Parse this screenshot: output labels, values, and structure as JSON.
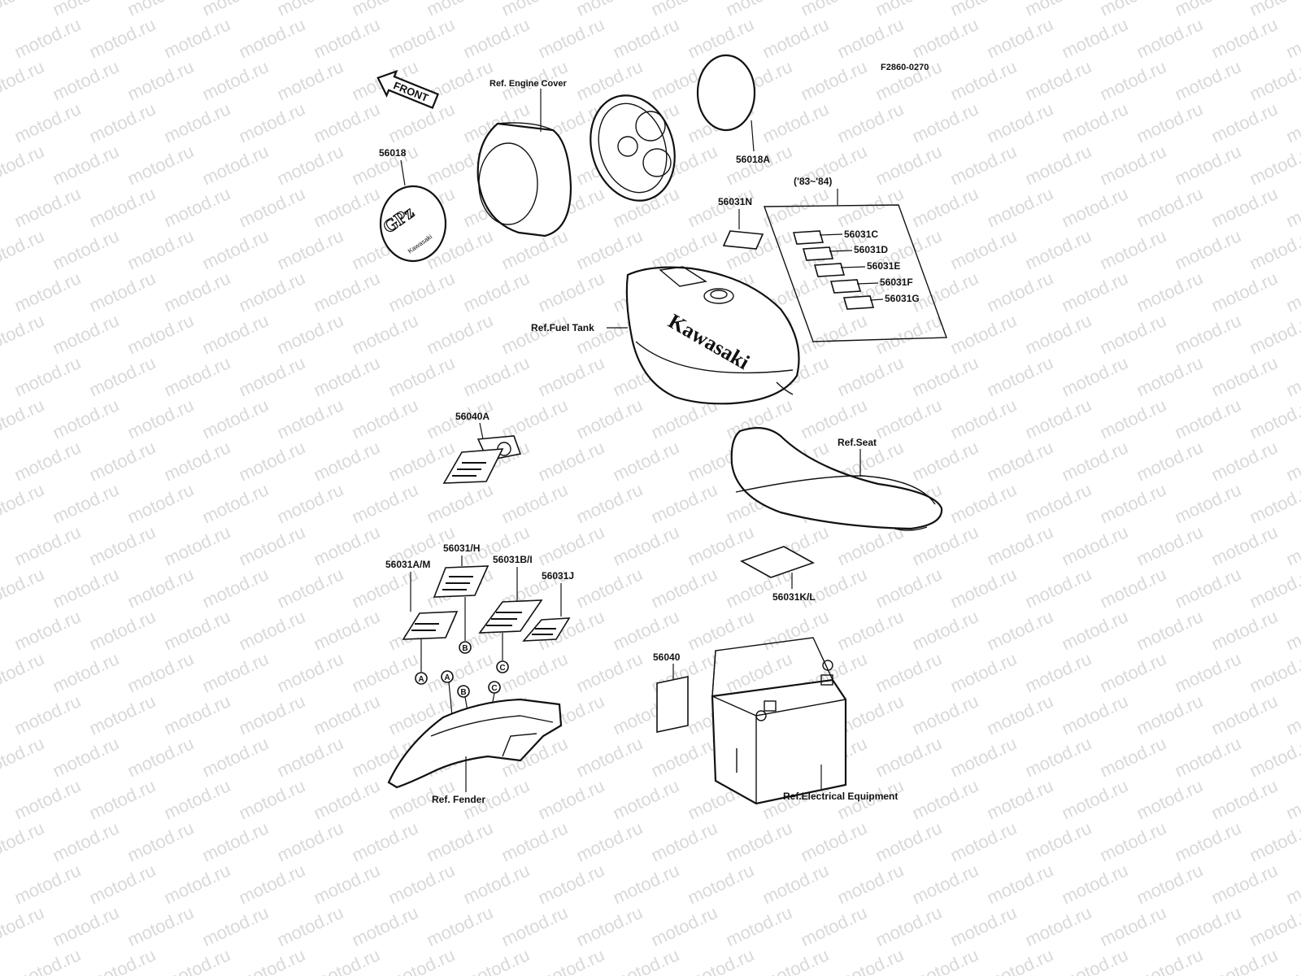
{
  "diagram": {
    "drawing_number": "F2860-0270",
    "watermark": "motod.ru",
    "front_arrow": "FRONT",
    "year_group": "('83~'84)",
    "refs": {
      "engine_cover": "Ref. Engine Cover",
      "fuel_tank": "Ref.Fuel Tank",
      "seat": "Ref.Seat",
      "fender": "Ref. Fender",
      "electrical": "Ref.Electrical Equipment"
    },
    "parts": {
      "p56018": "56018",
      "p56018A": "56018A",
      "p56031N": "56031N",
      "p56031C": "56031C",
      "p56031D": "56031D",
      "p56031E": "56031E",
      "p56031F": "56031F",
      "p56031G": "56031G",
      "p56040A": "56040A",
      "p56031AM": "56031A/M",
      "p56031H": "56031/H",
      "p56031BI": "56031B/I",
      "p56031J": "56031J",
      "p56031KL": "56031K/L",
      "p56040": "56040"
    },
    "emblem": {
      "main": "GPz",
      "sub": "Kawasaki"
    },
    "tank_logo": "Kawasaki",
    "callouts": {
      "a": "A",
      "b": "B",
      "c": "C"
    }
  }
}
